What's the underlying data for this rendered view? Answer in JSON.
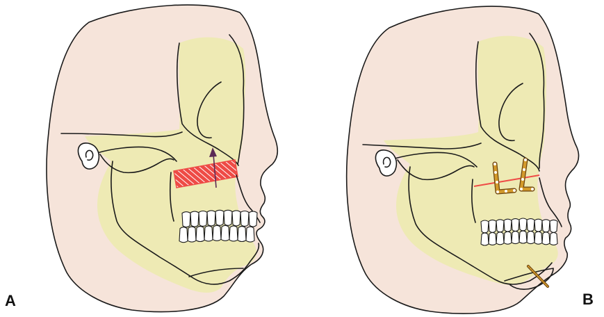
{
  "panels": [
    {
      "id": "A",
      "label": "A"
    },
    {
      "id": "B",
      "label": "B"
    }
  ],
  "colors": {
    "skin": "#f6e4da",
    "skin_dark": "#f1d2c6",
    "bone": "#eeeab4",
    "sinus": "#e6e090",
    "outline": "#1a1a1a",
    "osteotomy_red": "#ee4b46",
    "arrow": "#5b2a55",
    "plate_gold": "#d39a2b",
    "plate_edge": "#6b4310",
    "tooth": "#ffffff"
  },
  "icons": [
    "arrow-up-icon",
    "fixation-plate-icon",
    "bone-screw-icon"
  ]
}
